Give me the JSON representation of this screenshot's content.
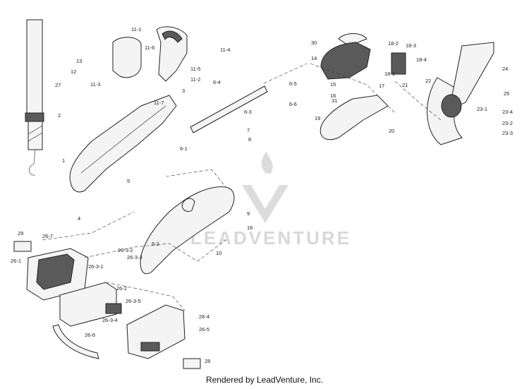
{
  "footer": {
    "text": "Rendered by LeadVenture, Inc."
  },
  "watermark": {
    "text": "LEADVENTURE",
    "icon": "flame-v-logo-icon",
    "color": "#d8d8d8"
  },
  "part_labels": [
    "11-1",
    "11-6",
    "11-4",
    "11-5",
    "11-2",
    "11-7",
    "11-3",
    "13",
    "12",
    "27",
    "3",
    "2",
    "7",
    "8",
    "6-1",
    "6-2",
    "6-3",
    "6-4",
    "6-5",
    "6-6",
    "1",
    "5",
    "4",
    "9",
    "10",
    "16",
    "26-7",
    "26-3-2",
    "26-3-3",
    "26-3-1",
    "26-1",
    "26-2",
    "26-3-5",
    "26-3-4",
    "26-4",
    "26-5",
    "26-6",
    "29",
    "28",
    "30",
    "14",
    "18-2",
    "18-3",
    "18-4",
    "18-1",
    "15",
    "16",
    "17",
    "21",
    "31",
    "19",
    "20",
    "22",
    "24",
    "25",
    "23-1",
    "23-4",
    "23-2",
    "23-3"
  ]
}
